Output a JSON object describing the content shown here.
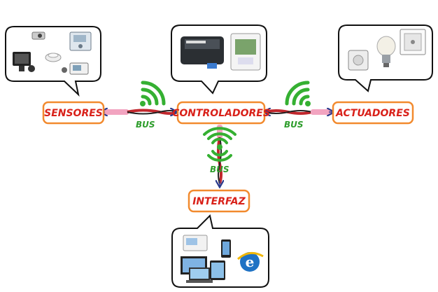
{
  "nodes": {
    "sensors": "SENSORES",
    "controllers": "CONTROLADORES",
    "actuators": "ACTUADORES",
    "interface": "INTERFAZ"
  },
  "bus_labels": [
    "BUS",
    "BUS",
    "BUS"
  ],
  "colors": {
    "label_border": "#f28a2e",
    "label_text": "#d9211a",
    "bus_text": "#2e9d2c",
    "wireless": "#35b032",
    "cable_red": "#c1272d",
    "cable_pink": "#f2a4c0",
    "arrow": "#2a3a8c"
  },
  "icons": {
    "sensors_bubble": [
      "camera-icon",
      "floodlight-icon",
      "smoke-detector-icon",
      "thermostat-icon",
      "sensor-box-icon"
    ],
    "controllers_bubble": [
      "controller-module-icon",
      "circuit-board-icon"
    ],
    "actuators_bubble": [
      "dimmer-switch-icon",
      "light-bulb-icon",
      "wall-switch-icon"
    ],
    "interface_bubble": [
      "desktop-monitor-icon",
      "tablet-icon",
      "phone-icon",
      "laptop-icon",
      "internet-explorer-icon",
      "touch-panel-icon"
    ]
  }
}
